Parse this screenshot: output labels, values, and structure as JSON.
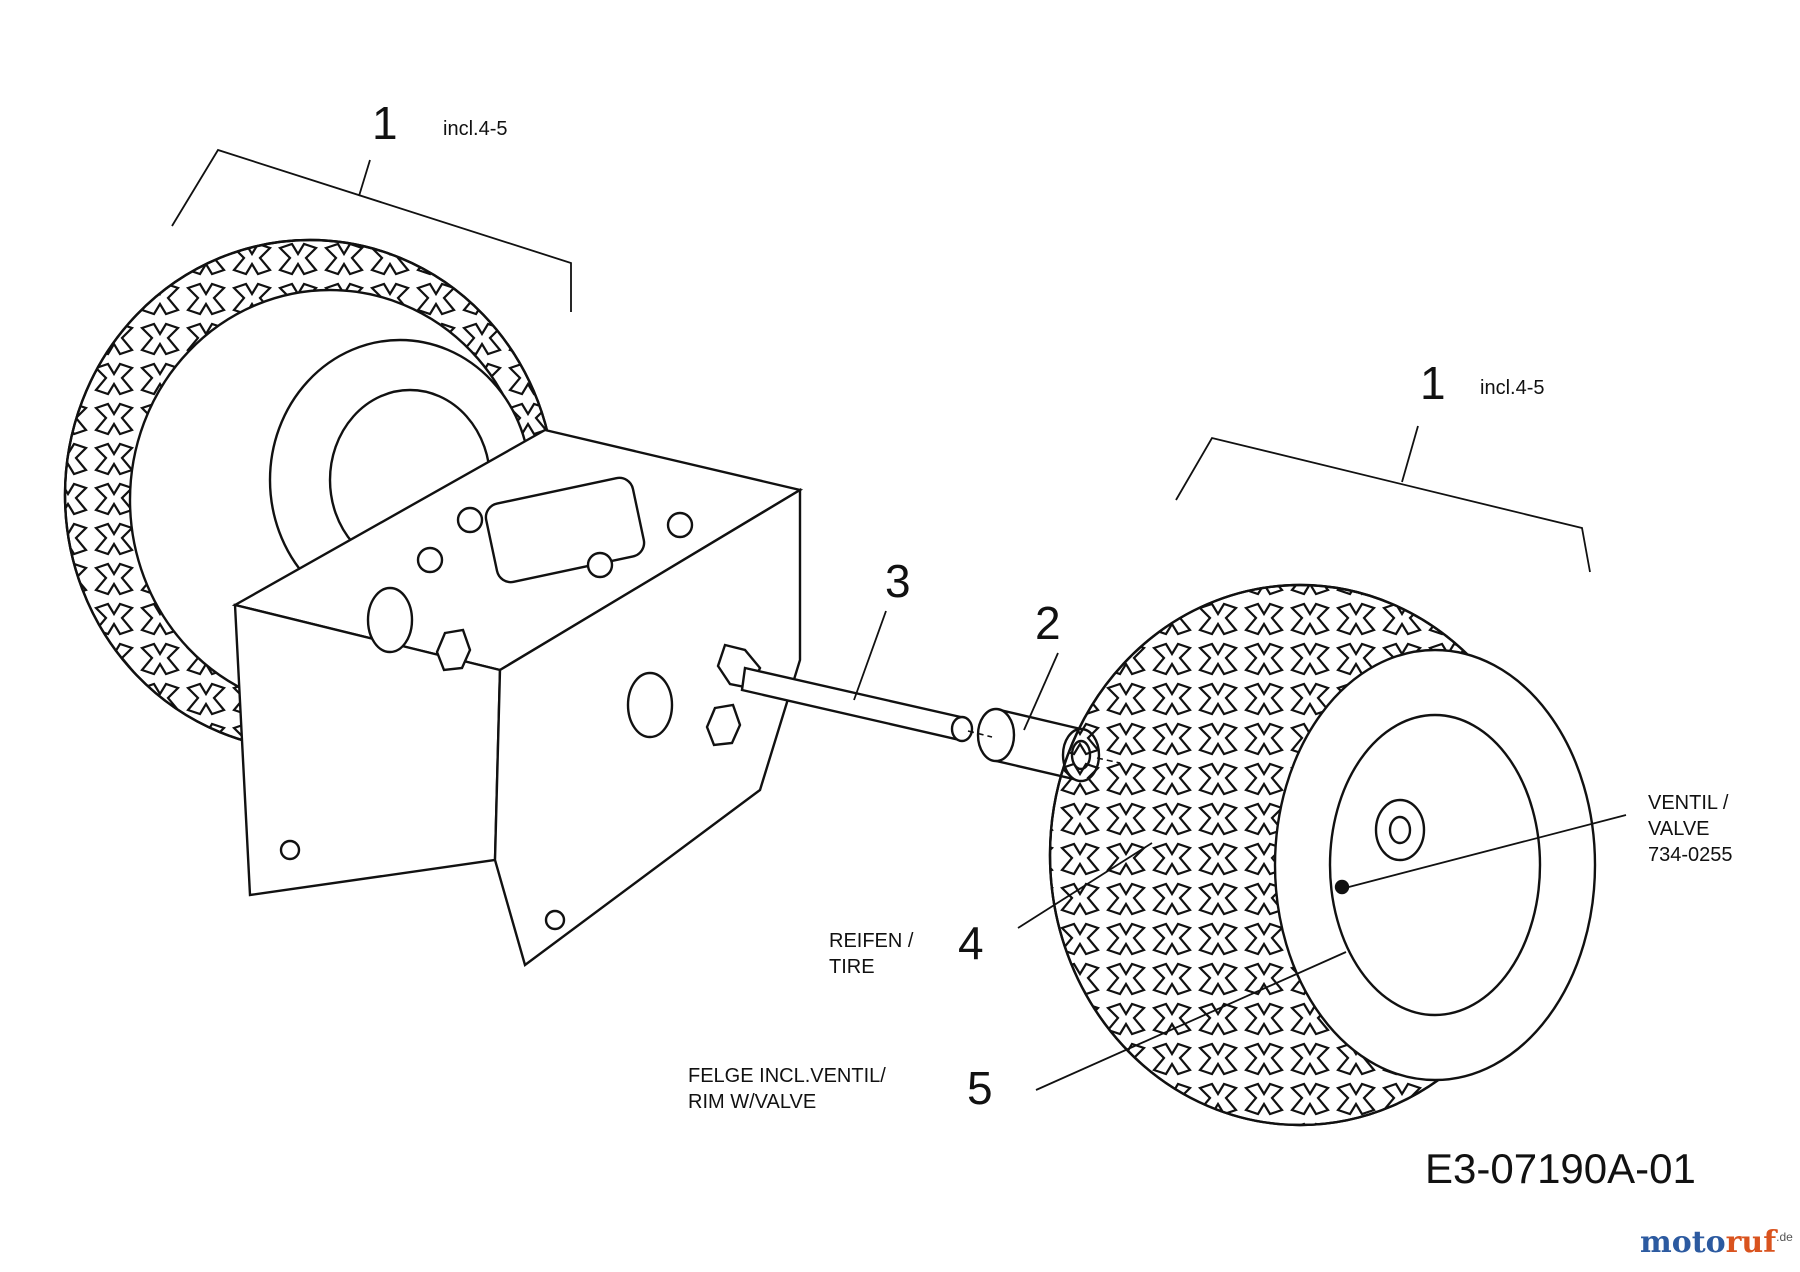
{
  "callouts": {
    "wheel_left": {
      "number": "1",
      "note": "incl.4-5"
    },
    "wheel_right": {
      "number": "1",
      "note": "incl.4-5"
    },
    "spacer": {
      "number": "2"
    },
    "axle": {
      "number": "3"
    },
    "tire": {
      "number": "4",
      "label_line1": "REIFEN /",
      "label_line2": "TIRE"
    },
    "rim": {
      "number": "5",
      "label_line1": "FELGE INCL.VENTIL/",
      "label_line2": "RIM W/VALVE"
    },
    "valve": {
      "label_line1": "VENTIL /",
      "label_line2": "VALVE",
      "part_no": "734-0255"
    }
  },
  "drawing_code": "E3-07190A-01",
  "watermark": {
    "text": "motoruf",
    "suffix": ".de",
    "colors": {
      "moto": "#2c5aa0",
      "ruf": "#d9531e"
    }
  },
  "colors": {
    "line": "#111111",
    "background": "#ffffff"
  }
}
